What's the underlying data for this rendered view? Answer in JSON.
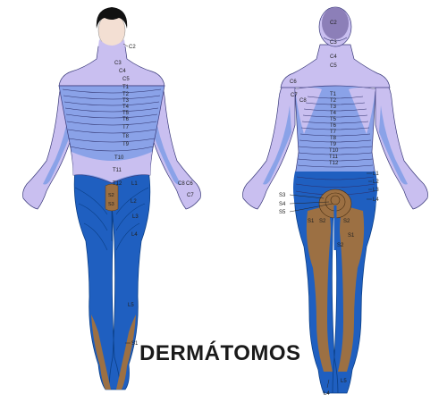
{
  "title": "DERMÁTOMOS",
  "colors": {
    "cervical": "#c9bff0",
    "thoracic": "#8aa2e8",
    "lumbar": "#1f5fc0",
    "sacral": "#9c7043",
    "hair": "#111111",
    "skin": "#f3dfd3",
    "outline": "#3a3a7a"
  },
  "front": {
    "labels": {
      "C2": "C2",
      "C3": "C3",
      "C4": "C4",
      "C5": "C5",
      "T1": "T1",
      "T2": "T2",
      "T3": "T3",
      "T4": "T4",
      "T5": "T5",
      "T6": "T6",
      "T7": "T7",
      "T8": "T8",
      "T9": "T9",
      "T10": "T10",
      "T11": "T11",
      "T12": "T12",
      "C6": "C6",
      "C7": "C7",
      "C8": "C8",
      "L1": "L1",
      "L2": "L2",
      "L3": "L3",
      "L4": "L4",
      "L5": "L5",
      "S1": "S1",
      "S2": "S2",
      "S3": "S3"
    }
  },
  "back": {
    "labels": {
      "C2": "C2",
      "C3": "C3",
      "C4": "C4",
      "C5": "C5",
      "C6": "C6",
      "C7": "C7",
      "C8": "C8",
      "T1": "T1",
      "T2": "T2",
      "T3": "T3",
      "T4": "T4",
      "T5": "T5",
      "T6": "T6",
      "T7": "T7",
      "T8": "T8",
      "T9": "T9",
      "T10": "T10",
      "T11": "T11",
      "T12": "T12",
      "L1": "L1",
      "L2": "L2",
      "L3": "L3",
      "L4": "L4",
      "L4b": "L4",
      "L5": "L5",
      "S1": "S1",
      "S1b": "S1",
      "S2": "S2",
      "S2b": "S2",
      "S3": "S3",
      "S4": "S4",
      "S5": "S5"
    }
  }
}
